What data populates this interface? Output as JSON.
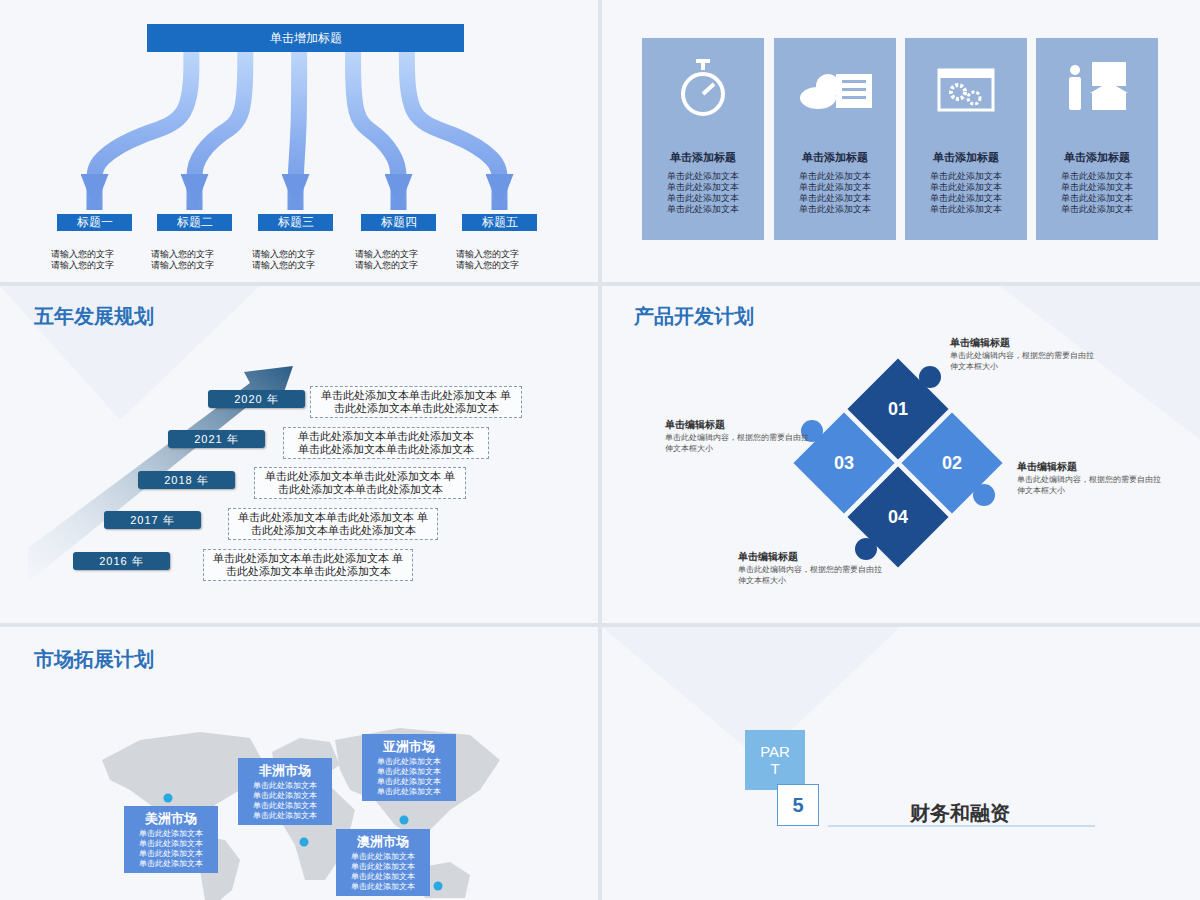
{
  "diagram": {
    "nodes": [
      {
        "text": [
          "单击增加标题"
        ]
      },
      {
        "text": [
          "标题一",
          "请输入您的文字 请输入您的文字"
        ]
      },
      {
        "text": [
          "标题二",
          "请输入您的文字 请输入您的文字"
        ]
      },
      {
        "text": [
          "标题三",
          "请输入您的文字 请输入您的文字"
        ]
      },
      {
        "text": [
          "标题四",
          "请输入您的文字 请输入您的文字"
        ]
      },
      {
        "text": [
          "标题五",
          "请输入您的文字 请输入您的文字"
        ]
      },
      {
        "text": [
          "单击添加标题",
          "单击此处添加文本 单击此处添加文本 单击此处添加文本 单击此处添加文本"
        ]
      },
      {
        "text": [
          "单击添加标题",
          "单击此处添加文本 单击此处添加文本 单击此处添加文本 单击此处添加文本"
        ]
      },
      {
        "text": [
          "单击添加标题",
          "单击此处添加文本 单击此处添加文本 单击此处添加文本 单击此处添加文本"
        ]
      },
      {
        "text": [
          "单击添加标题",
          "单击此处添加文本 单击此处添加文本 单击此处添加文本 单击此处添加文本"
        ]
      },
      {
        "text": [
          "2020 年"
        ]
      },
      {
        "text": [
          "单击此处添加文本单击此处添加文本 单击此处添加文本单击此处添加文本"
        ]
      },
      {
        "text": [
          "2021 年"
        ]
      },
      {
        "text": [
          "单击此处添加文本单击此处添加文本 单击此处添加文本单击此处添加文本"
        ]
      },
      {
        "text": [
          "2018 年"
        ]
      },
      {
        "text": [
          "单击此处添加文本单击此处添加文本 单击此处添加文本单击此处添加文本"
        ]
      },
      {
        "text": [
          "2017 年"
        ]
      },
      {
        "text": [
          "单击此处添加文本单击此处添加文本 单击此处添加文本单击此处添加文本"
        ]
      },
      {
        "text": [
          "2016 年"
        ]
      },
      {
        "text": [
          "单击此处添加文本单击此处添加文本 单击此处添加文本单击此处添加文本"
        ]
      },
      {
        "text": [
          "01"
        ]
      },
      {
        "text": [
          "02"
        ]
      },
      {
        "text": [
          "03"
        ]
      },
      {
        "text": [
          "04"
        ]
      },
      {
        "text": [
          "非洲市场",
          "单击此处添加文本 单击此处添加文本 单击此处添加文本 单击此处添加文本"
        ]
      },
      {
        "text": [
          "亚洲市场",
          "单击此处添加文本 单击此处添加文本 单击此处添加文本 单击此处添加文本"
        ]
      },
      {
        "text": [
          "美洲市场",
          "单击此处添加文本 单击此处添加文本 单击此处添加文本 单击此处添加文本"
        ]
      },
      {
        "text": [
          "澳洲市场",
          "单击此处添加文本 单击此处添加文本 单击此处添加文本 单击此处添加文本"
        ]
      },
      {
        "text": [
          "PART"
        ]
      },
      {
        "text": [
          "5"
        ]
      }
    ],
    "edges": [
      {
        "from": 0,
        "to": 1,
        "arrow": "to"
      },
      {
        "from": 0,
        "to": 2,
        "arrow": "to"
      },
      {
        "from": 0,
        "to": 3,
        "arrow": "to"
      },
      {
        "from": 0,
        "to": 4,
        "arrow": "to"
      },
      {
        "from": 0,
        "to": 5,
        "arrow": "to"
      }
    ],
    "labels": [
      "五年发展规划",
      "产品开发计划",
      "单击编辑标题",
      "单击此处编辑内容，根据您的需要自由拉伸文本框大小",
      "单击编辑标题",
      "单击此处编辑内容，根据您的需要自由拉伸文本框大小",
      "单击编辑标题",
      "单击此处编辑内容，根据您的需要自由拉伸文本框大小",
      "单击编辑标题",
      "单击此处编辑内容，根据您的需要自由拉伸文本框大小",
      "市场拓展计划",
      "财务和融资"
    ]
  }
}
